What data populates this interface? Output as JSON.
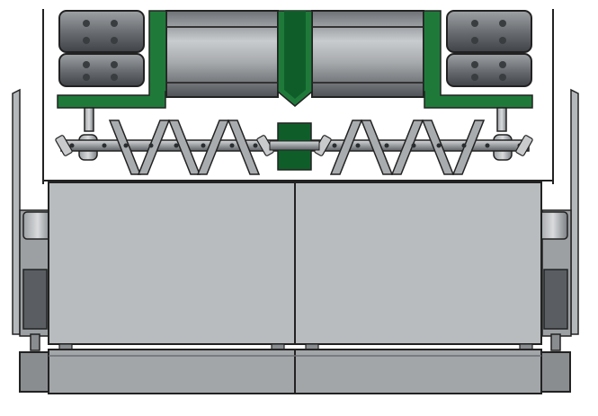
{
  "diagram": {
    "subject": "paver-screed-auger-assembly",
    "colors": {
      "frame_green": "#1f7a3a",
      "dark_green": "#0f5e2a",
      "steel_gray": "#b9bcbf",
      "dark_gray": "#8a8d90",
      "deep_gray": "#555a5e",
      "outline": "#222222",
      "background": "#ffffff"
    },
    "parts": [
      "left-tracks",
      "right-tracks",
      "center-hopper-frame",
      "conveyor-drums",
      "auger-shaft",
      "left-auger-flights",
      "right-auger-flights",
      "center-gearbox",
      "screed-plate-left",
      "screed-plate-right",
      "screed-centerline",
      "left-side-wall",
      "right-side-wall",
      "bottom-screed-extension"
    ]
  }
}
